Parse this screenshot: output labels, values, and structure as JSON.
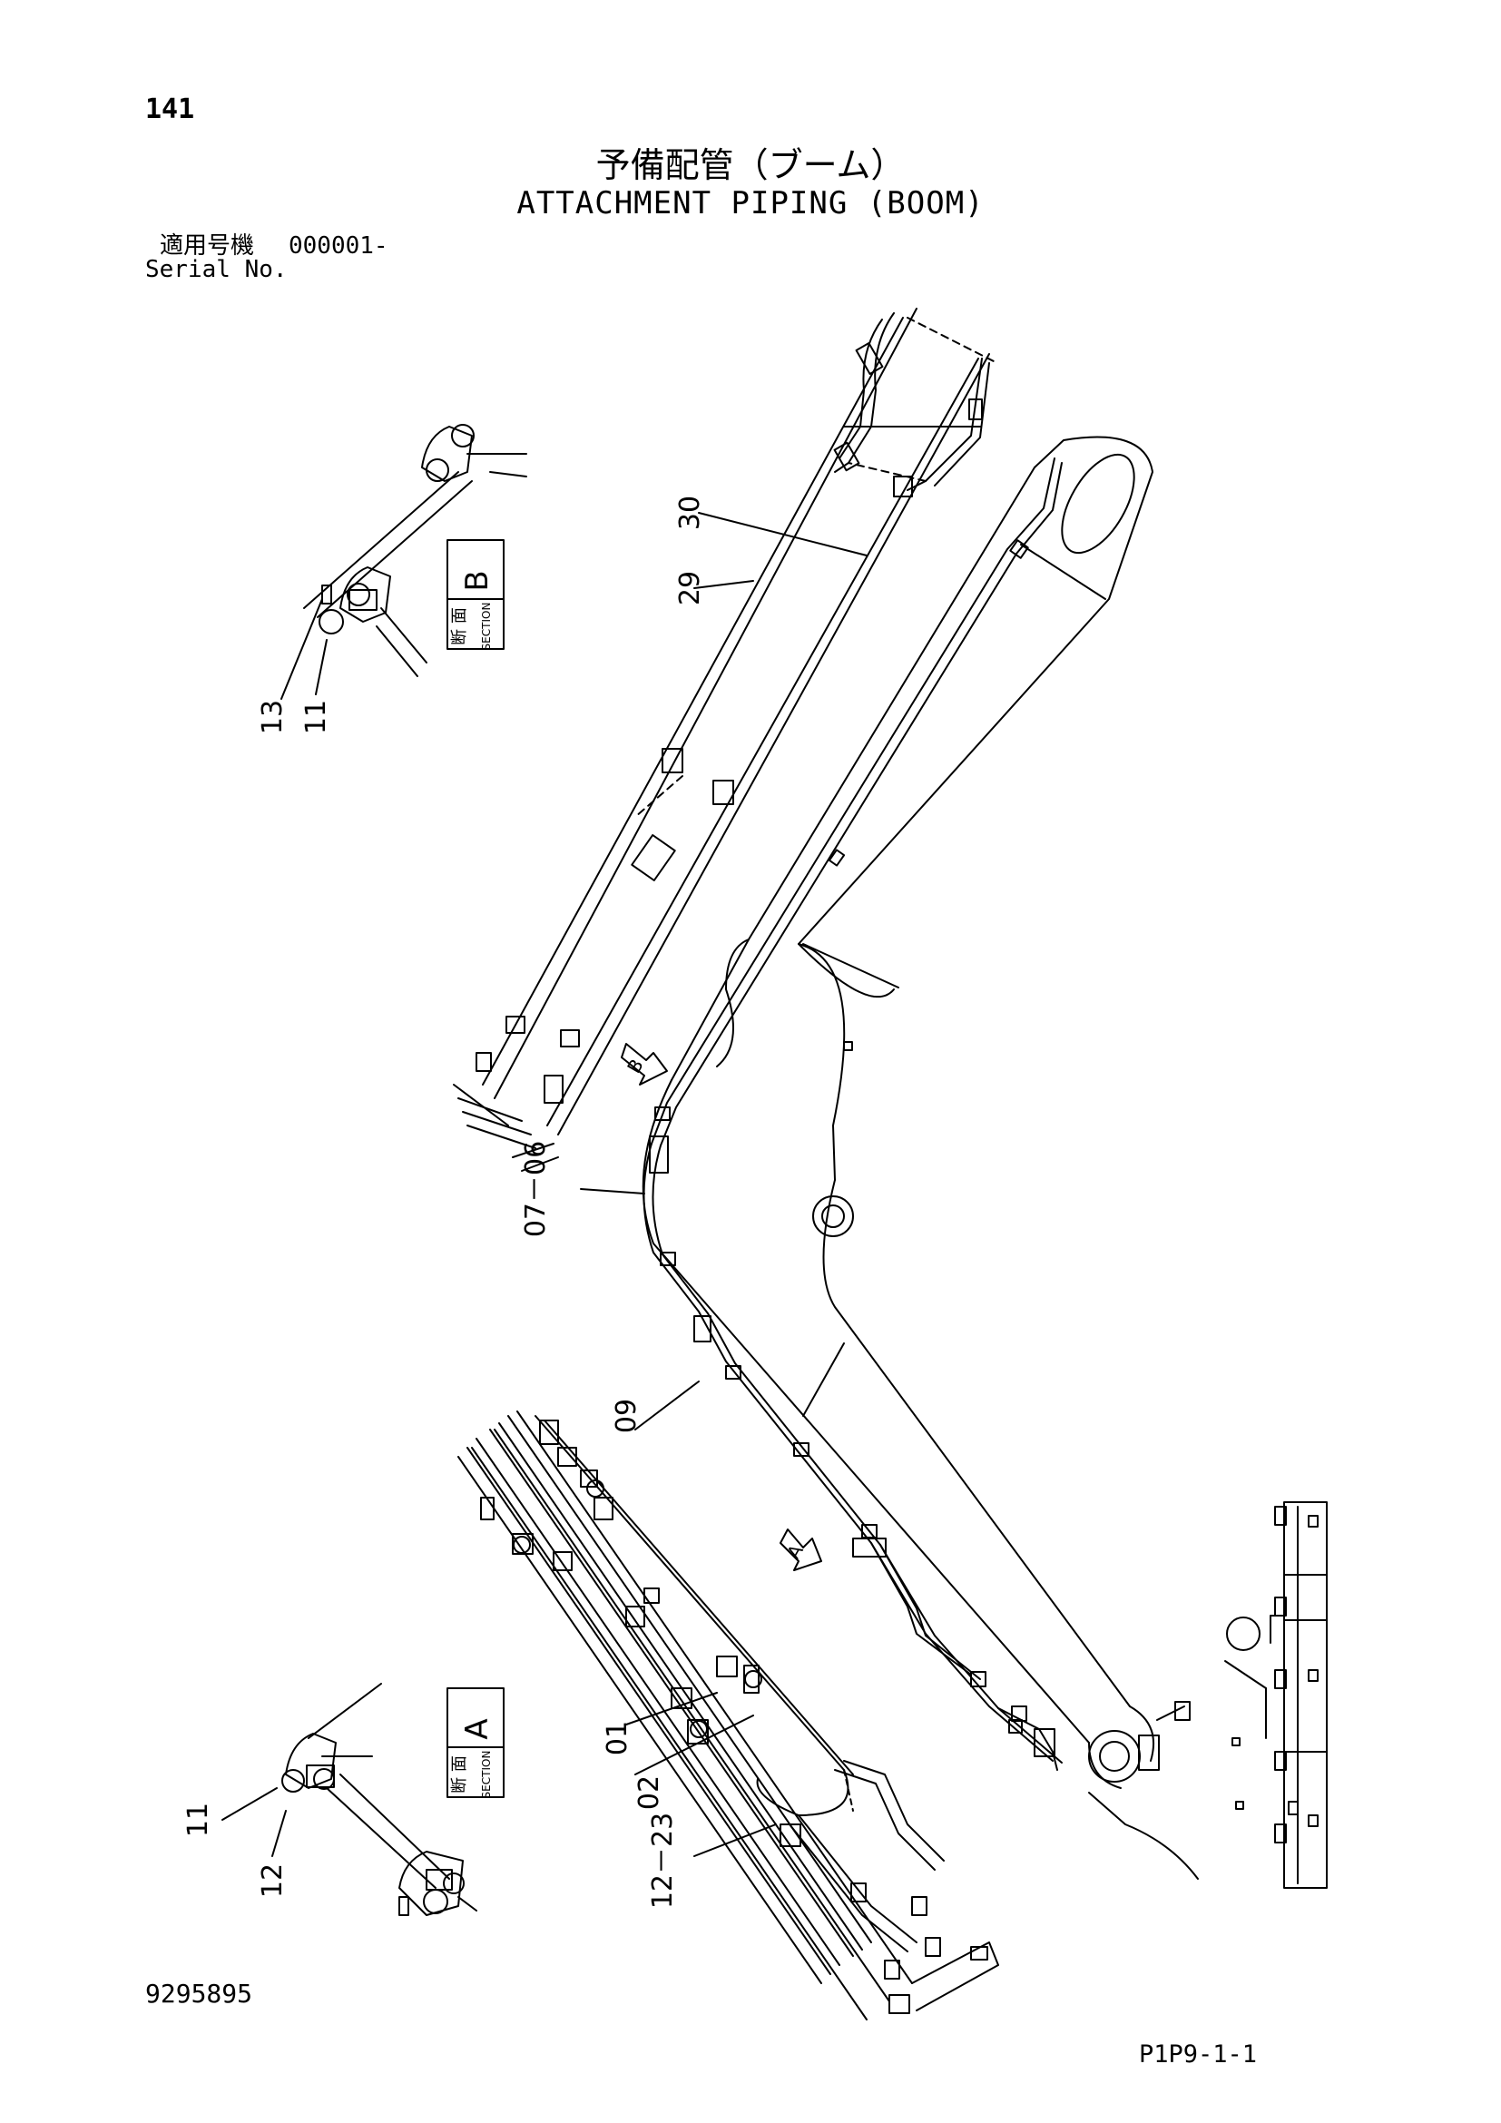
{
  "header": {
    "page_number": "141",
    "title_jp": "予備配管（ブーム）",
    "title_en": "ATTACHMENT PIPING (BOOM)",
    "serial_label_jp": "適用号機",
    "serial_value": "000001-",
    "serial_label_en": "Serial No."
  },
  "footer": {
    "doc_number": "9295895",
    "figure_code": "P1P9-1-1"
  },
  "sections": {
    "b": {
      "label_jp": "断 面",
      "label_en": "SECTION",
      "letter": "B"
    },
    "a": {
      "label_jp": "断 面",
      "label_en": "SECTION",
      "letter": "A"
    }
  },
  "view_markers": {
    "b": "B",
    "a": "A"
  },
  "part_labels": {
    "p30": "30",
    "p29": "29",
    "p13": "13",
    "p11_top": "11",
    "p07_06": "07－06",
    "p09": "09",
    "p01": "01",
    "p02": "02",
    "p11_bottom": "11",
    "p12_bottom": "12",
    "p12_23": "12－23"
  },
  "colors": {
    "ink": "#000000",
    "paper": "#ffffff"
  }
}
